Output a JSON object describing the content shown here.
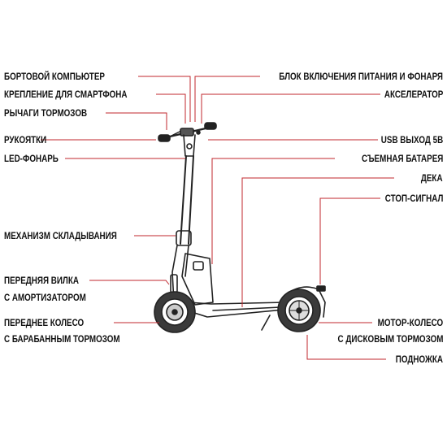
{
  "labels_left": {
    "onboard_computer": "БОРТОВОЙ КОМПЬЮТЕР",
    "phone_mount": "КРЕПЛЕНИЕ ДЛЯ СМАРТФОНА",
    "brake_levers": "РЫЧАГИ ТОРМОЗОВ",
    "grips": "РУКОЯТКИ",
    "led_light": "LED-ФОНАРЬ",
    "folding_mechanism": "МЕХАНИЗМ СКЛАДЫВАНИЯ",
    "front_fork_line1": "ПЕРЕДНЯЯ ВИЛКА",
    "front_fork_line2": "С АМОРТИЗАТОРОМ",
    "front_wheel_line1": "ПЕРЕДНЕЕ КОЛЕСО",
    "front_wheel_line2": "С БАРАБАННЫМ ТОРМОЗОМ"
  },
  "labels_right": {
    "power_light_block": "БЛОК ВКЛЮЧЕНИЯ ПИТАНИЯ И ФОНАРЯ",
    "accelerator": "АКСЕЛЕРАТОР",
    "usb_output": "USB ВЫХОД 5В",
    "removable_battery": "СЪЕМНАЯ БАТАРЕЯ",
    "deck": "ДЕКА",
    "stop_signal": "СТОП-СИГНАЛ",
    "motor_wheel_line1": "МОТОР-КОЛЕСО",
    "motor_wheel_line2": "С ДИСКОВЫМ ТОРМОЗОМ",
    "kickstand": "ПОДНОЖКА"
  },
  "colors": {
    "text": "#111111",
    "leader_line": "#c0272d",
    "scooter_outline": "#222222",
    "wheel_fill": "#3a3a3a"
  }
}
